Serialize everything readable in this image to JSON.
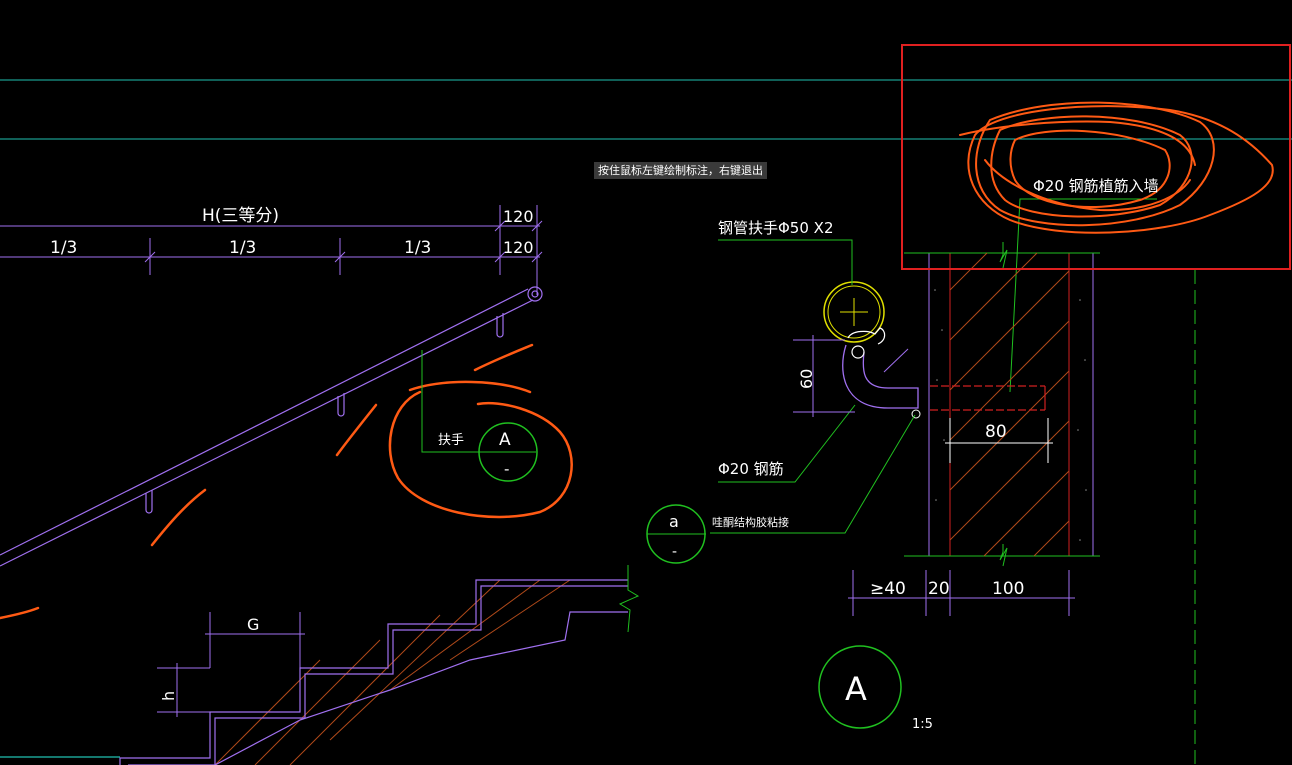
{
  "tooltip": "按住鼠标左键绘制标注，右键退出",
  "dims": {
    "h_thirds": "H(三等分)",
    "third_1": "1/3",
    "third_2": "1/3",
    "third_3": "1/3",
    "top_120_a": "120",
    "top_120_b": "120",
    "tread": "G",
    "riser": "h",
    "height_60": "60",
    "embed_80": "80",
    "gap_40": "≥40",
    "cover_20": "20",
    "wall_100": "100"
  },
  "labels": {
    "handrail": "扶手",
    "pipe_handrail": "钢管扶手Φ50 X2",
    "rebar_20": "Φ20 钢筋",
    "rebar_embed": "Φ20 钢筋植筋入墙",
    "adhesive": "哇酮结构胶粘接",
    "callout_a_letter": "A",
    "callout_a_sub": "-",
    "callout_small_letter": "a",
    "callout_small_sub": "-",
    "detail_letter": "A",
    "detail_scale": "1:5"
  },
  "colors": {
    "background": "#000000",
    "dimension": "#a070f0",
    "leader": "#20c020",
    "cyan_line": "#20c0b0",
    "orange_markup": "#ff5a14",
    "red_box": "#e02020",
    "yellow_pipe": "#e0e000",
    "concrete_hatch": "#b04a1a",
    "text": "#ffffff"
  }
}
